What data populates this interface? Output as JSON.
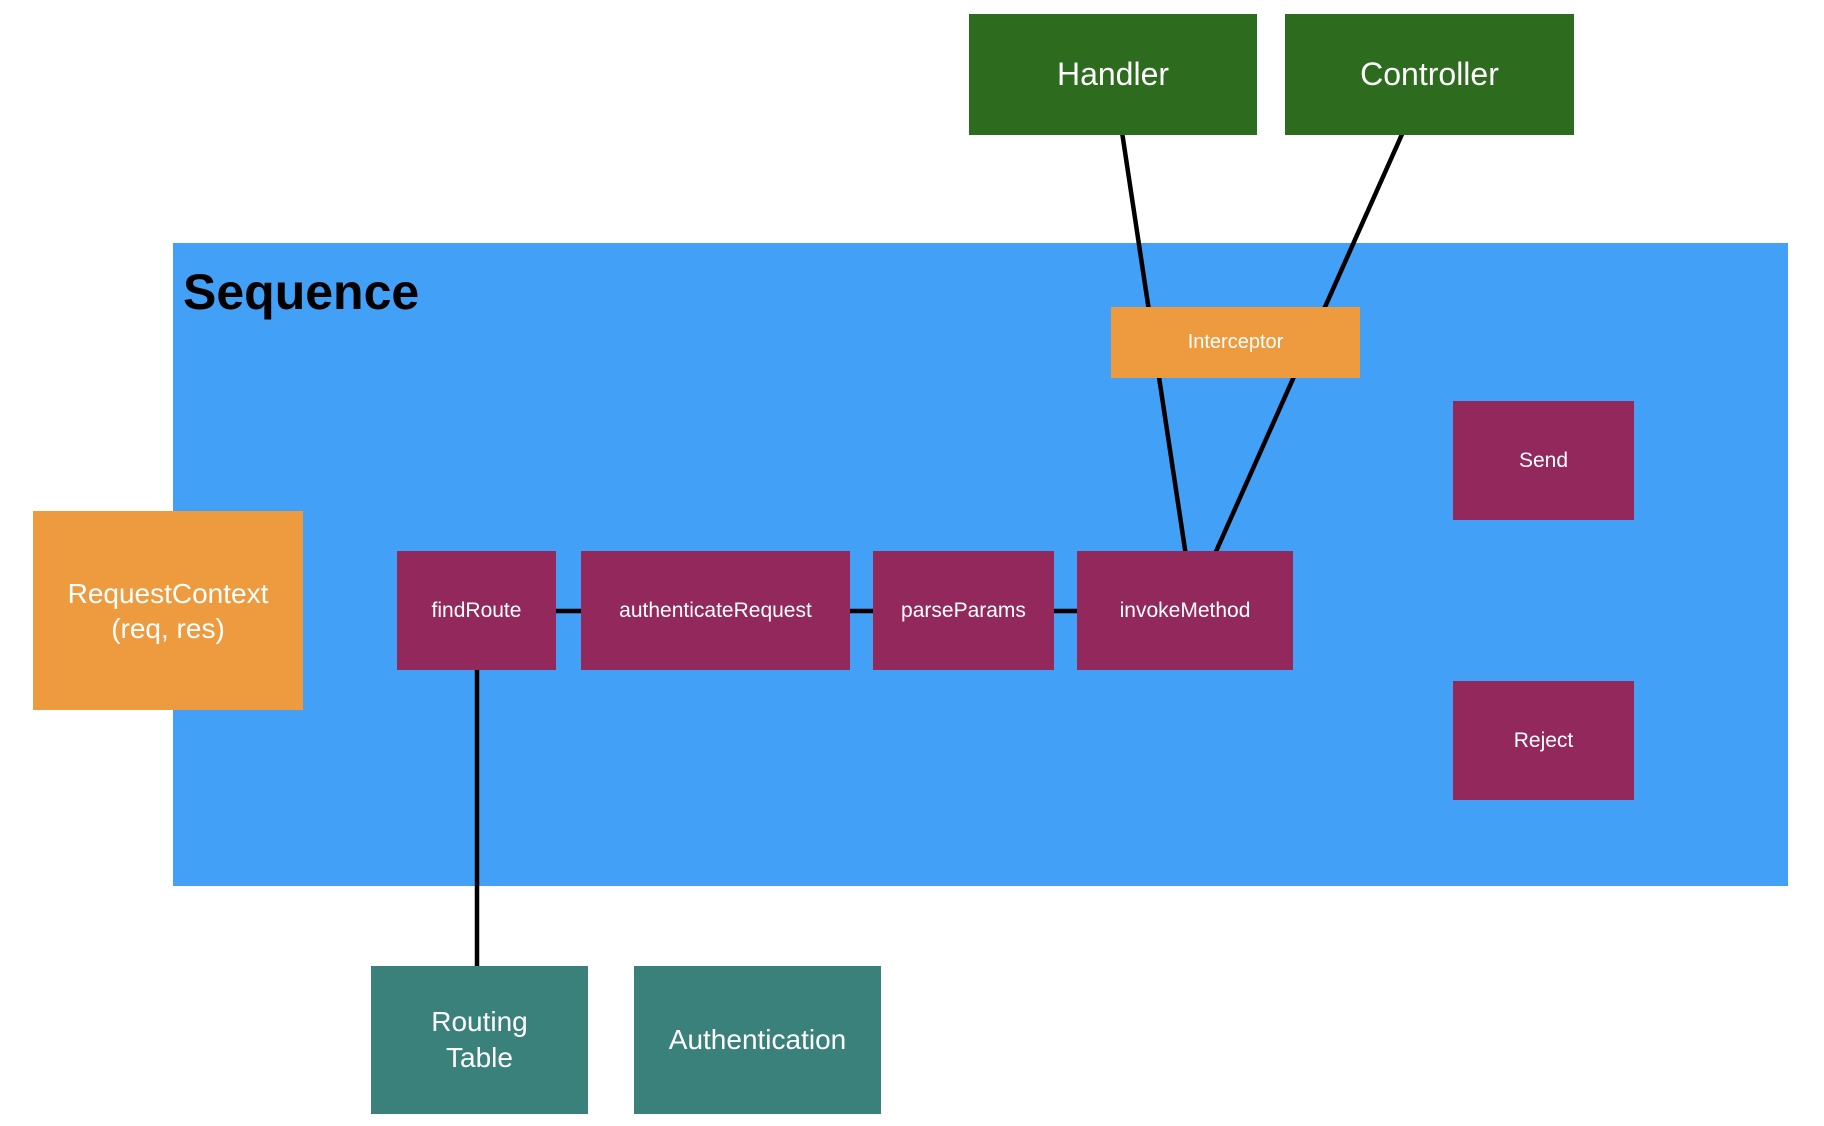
{
  "title": "Sequence",
  "colors": {
    "background": "#ffffff",
    "sequence_blue": "#42a0f7",
    "node_green": "#2d6b1e",
    "node_orange": "#ee9b40",
    "node_purple": "#93285c",
    "node_teal": "#3a807b",
    "edge_black": "#000000",
    "node_text": "#ffffff",
    "title_text": "#000000"
  },
  "nodes": {
    "handler": {
      "label": "Handler"
    },
    "controller": {
      "label": "Controller"
    },
    "interceptor": {
      "label": "Interceptor"
    },
    "request_context": {
      "label": "RequestContext\n(req, res)"
    },
    "find_route": {
      "label": "findRoute"
    },
    "authenticate_request": {
      "label": "authenticateRequest"
    },
    "parse_params": {
      "label": "parseParams"
    },
    "invoke_method": {
      "label": "invokeMethod"
    },
    "send": {
      "label": "Send"
    },
    "reject": {
      "label": "Reject"
    },
    "routing_table": {
      "label": "Routing\nTable"
    },
    "authentication": {
      "label": "Authentication"
    }
  },
  "edges": [
    {
      "from": "Handler",
      "to": "invokeMethod"
    },
    {
      "from": "Controller",
      "to": "invokeMethod"
    },
    {
      "from": "findRoute",
      "to": "authenticateRequest"
    },
    {
      "from": "authenticateRequest",
      "to": "parseParams"
    },
    {
      "from": "parseParams",
      "to": "invokeMethod"
    },
    {
      "from": "findRoute",
      "to": "Routing Table"
    }
  ]
}
